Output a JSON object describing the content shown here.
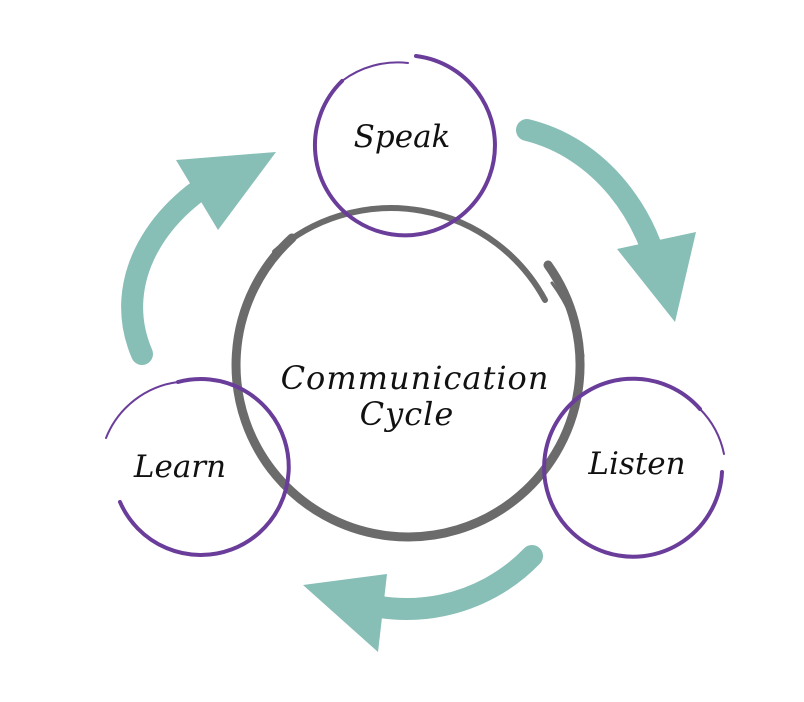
{
  "diagram": {
    "center": {
      "line1": "Communication",
      "line2": "Cycle"
    },
    "nodes": [
      {
        "id": "speak",
        "label": "Speak"
      },
      {
        "id": "listen",
        "label": "Listen"
      },
      {
        "id": "learn",
        "label": "Learn"
      }
    ],
    "colors": {
      "center_ring": "#6b6b6b",
      "node_ring": "#6a3d9a",
      "arrow": "#87beb6",
      "text": "#111111"
    }
  }
}
